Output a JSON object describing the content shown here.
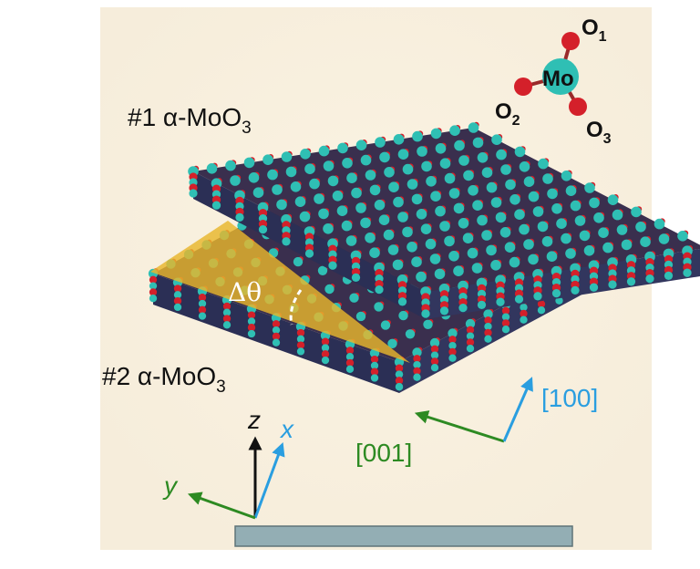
{
  "labels": {
    "layer1_prefix": "#1 α-MoO",
    "layer1_sub": "3",
    "layer2_prefix": "#2 α-MoO",
    "layer2_sub": "3",
    "twist_angle": "Δθ",
    "dir_100": "[100]",
    "dir_001": "[001]",
    "axis_x": "x",
    "axis_y": "y",
    "axis_z": "z"
  },
  "molecule": {
    "center": "Mo",
    "o1": "O",
    "o1_sub": "1",
    "o2": "O",
    "o2_sub": "2",
    "o3": "O",
    "o3_sub": "3"
  },
  "colors": {
    "mo_atom": "#2fbfb4",
    "o_atom": "#d4202a",
    "twist_wedge": "#e8b62c",
    "dir_100": "#2a9ee0",
    "dir_001": "#2d8a22",
    "axis_z": "#111111",
    "substrate": "#93aeb4"
  }
}
